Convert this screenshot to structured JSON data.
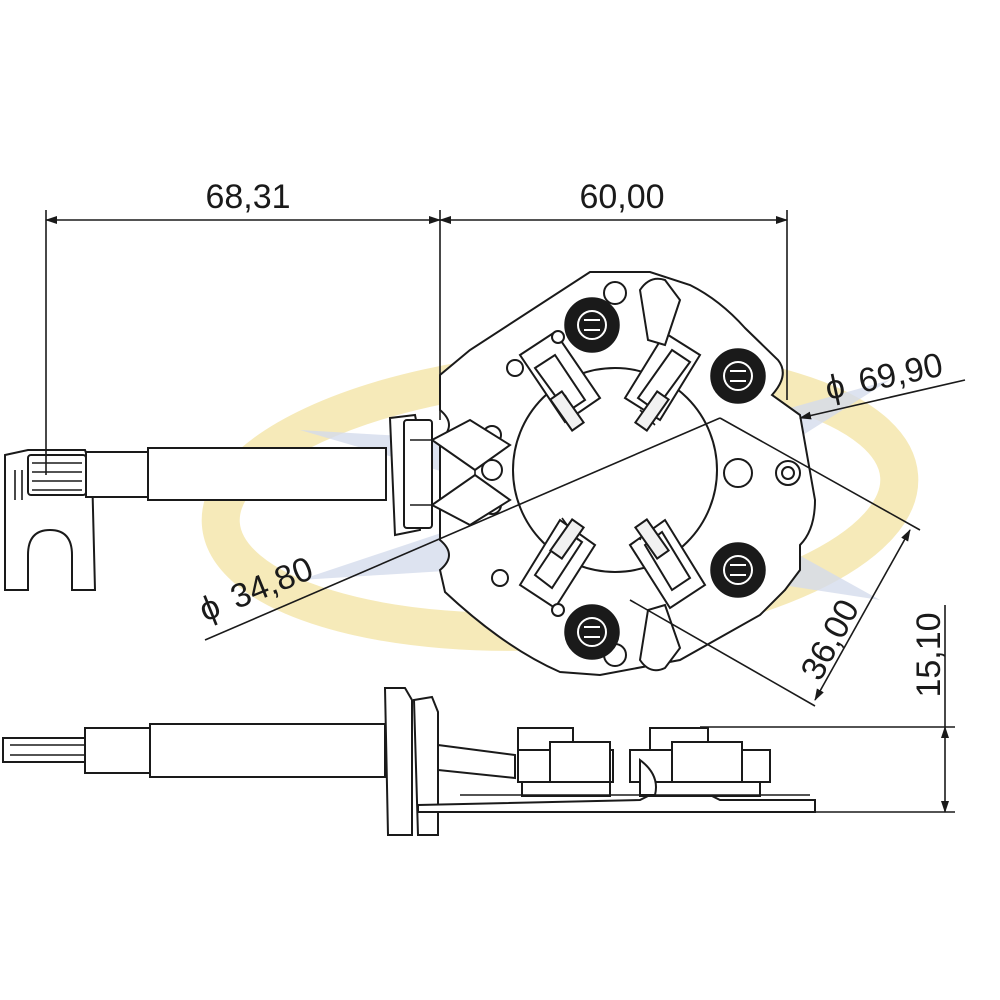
{
  "dimensions": {
    "d1": "68,31",
    "d2": "60,00",
    "d3": "69,90",
    "d4": "34,80",
    "d5": "36,00",
    "d6": "15,10"
  },
  "symbols": {
    "diameter": "ϕ"
  },
  "colors": {
    "line": "#1a1a1a",
    "watermark_yellow": "#f3e3a2",
    "watermark_blue": "#c7cfe6"
  },
  "icons": {
    "logo": "watermark-logo-icon"
  }
}
